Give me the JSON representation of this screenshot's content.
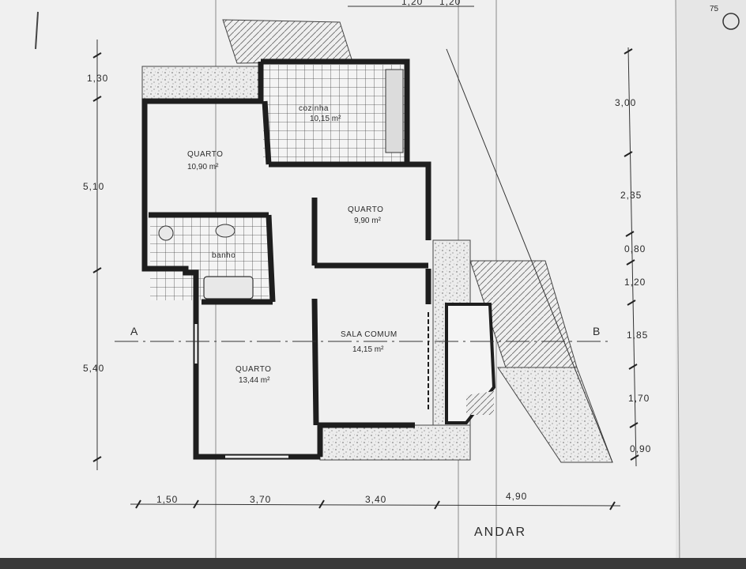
{
  "rooms": {
    "cozinha": {
      "name": "cozinha",
      "area": "10,15 m²"
    },
    "quarto_top": {
      "name": "QUARTO",
      "area": "10,90 m²"
    },
    "quarto_mid": {
      "name": "QUARTO",
      "area": "9,90 m²"
    },
    "banho": {
      "name": "banho"
    },
    "sala": {
      "name": "SALA COMUM",
      "area": "14,15 m²"
    },
    "quarto_bottom": {
      "name": "QUARTO",
      "area": "13,44 m²"
    }
  },
  "dims_left": [
    "1,30",
    "5,10",
    "5,40"
  ],
  "dims_right": [
    "3,00",
    "2,35",
    "0,80",
    "1,20",
    "1,85",
    "1,70",
    "0,90"
  ],
  "dims_bottom": [
    "1,50",
    "3,70",
    "3,40",
    "4,90"
  ],
  "dims_top": [
    "1,20",
    "1,20"
  ],
  "section": {
    "a": "A",
    "b": "B"
  },
  "title": "ANDAR",
  "corner_mark": "75"
}
